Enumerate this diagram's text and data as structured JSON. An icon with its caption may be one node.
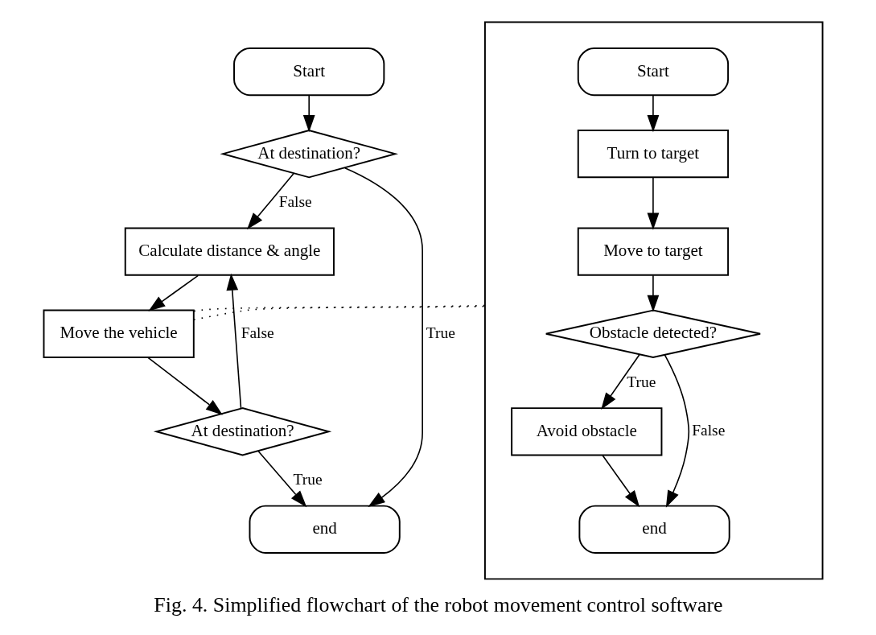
{
  "diagram": {
    "caption": "Fig. 4. Simplified flowchart of the robot movement control software",
    "nodes": [
      {
        "text": [
          "Start"
        ]
      },
      {
        "text": [
          "At destination?"
        ]
      },
      {
        "text": [
          "Calculate distance & angle"
        ]
      },
      {
        "text": [
          "Move the vehicle"
        ]
      },
      {
        "text": [
          "At destination?"
        ]
      },
      {
        "text": [
          "end"
        ]
      },
      {
        "text": [],
        "shape": "box"
      },
      {
        "text": [
          "Start"
        ],
        "in": 6
      },
      {
        "text": [
          "Turn to target"
        ],
        "in": 6
      },
      {
        "text": [
          "Move to target"
        ],
        "in": 6
      },
      {
        "text": [
          "Obstacle detected?"
        ],
        "in": 6
      },
      {
        "text": [
          "Avoid obstacle"
        ],
        "in": 6
      },
      {
        "text": [
          "end"
        ],
        "in": 6
      }
    ],
    "edges": [
      {
        "from": 0,
        "to": 1,
        "arrow": "to"
      },
      {
        "from": 1,
        "to": 2,
        "arrow": "to",
        "label": "False"
      },
      {
        "from": 1,
        "to": 5,
        "arrow": "to",
        "label": "True"
      },
      {
        "from": 2,
        "to": 3,
        "arrow": "to"
      },
      {
        "from": 3,
        "to": 4,
        "arrow": "to"
      },
      {
        "from": 4,
        "to": 2,
        "arrow": "to",
        "label": "False"
      },
      {
        "from": 4,
        "to": 5,
        "arrow": "to",
        "label": "True"
      },
      {
        "from": 3,
        "to": 6,
        "arrow": "none",
        "style": "dashed"
      },
      {
        "from": 3,
        "to": 6,
        "arrow": "none",
        "style": "dashed"
      },
      {
        "from": 7,
        "to": 8,
        "arrow": "to"
      },
      {
        "from": 8,
        "to": 9,
        "arrow": "to"
      },
      {
        "from": 9,
        "to": 10,
        "arrow": "to"
      },
      {
        "from": 10,
        "to": 11,
        "arrow": "to",
        "label": "True"
      },
      {
        "from": 10,
        "to": 12,
        "arrow": "to",
        "label": "False"
      },
      {
        "from": 11,
        "to": 12,
        "arrow": "to"
      }
    ]
  }
}
